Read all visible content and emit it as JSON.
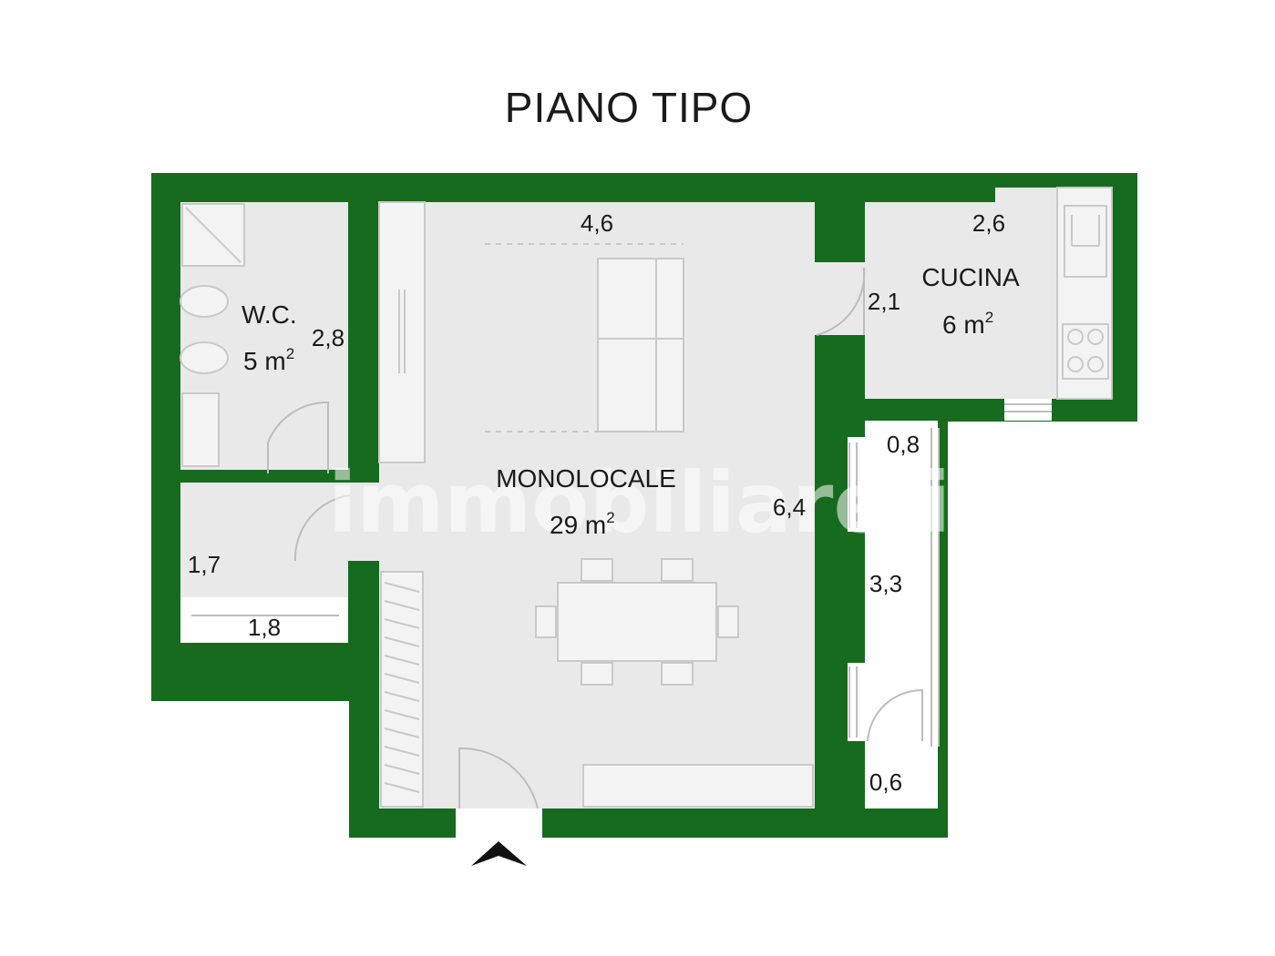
{
  "title": "PIANO TIPO",
  "colors": {
    "wall": "#176b1e",
    "floor": "#e9e9e9",
    "background": "#ffffff",
    "fixture": "#c9c9c9"
  },
  "rooms": {
    "wc": {
      "name": "W.C.",
      "area": "5 m",
      "area_sup": "2"
    },
    "kitchen": {
      "name": "CUCINA",
      "area": "6 m",
      "area_sup": "2"
    },
    "living": {
      "name": "MONOLOCALE",
      "area": "29 m",
      "area_sup": "2"
    }
  },
  "dimensions": {
    "living_width": "4,6",
    "kitchen_width": "2,6",
    "kitchen_depth": "2,1",
    "wc_depth": "2,8",
    "hall_depth": "1,7",
    "hall_width": "1,8",
    "living_depth": "6,4",
    "balcony_top": "0,8",
    "balcony_mid": "3,3",
    "balcony_bottom": "0,6"
  },
  "watermark": "immobiliare.it",
  "entrance_icon": "entrance-arrow-icon"
}
